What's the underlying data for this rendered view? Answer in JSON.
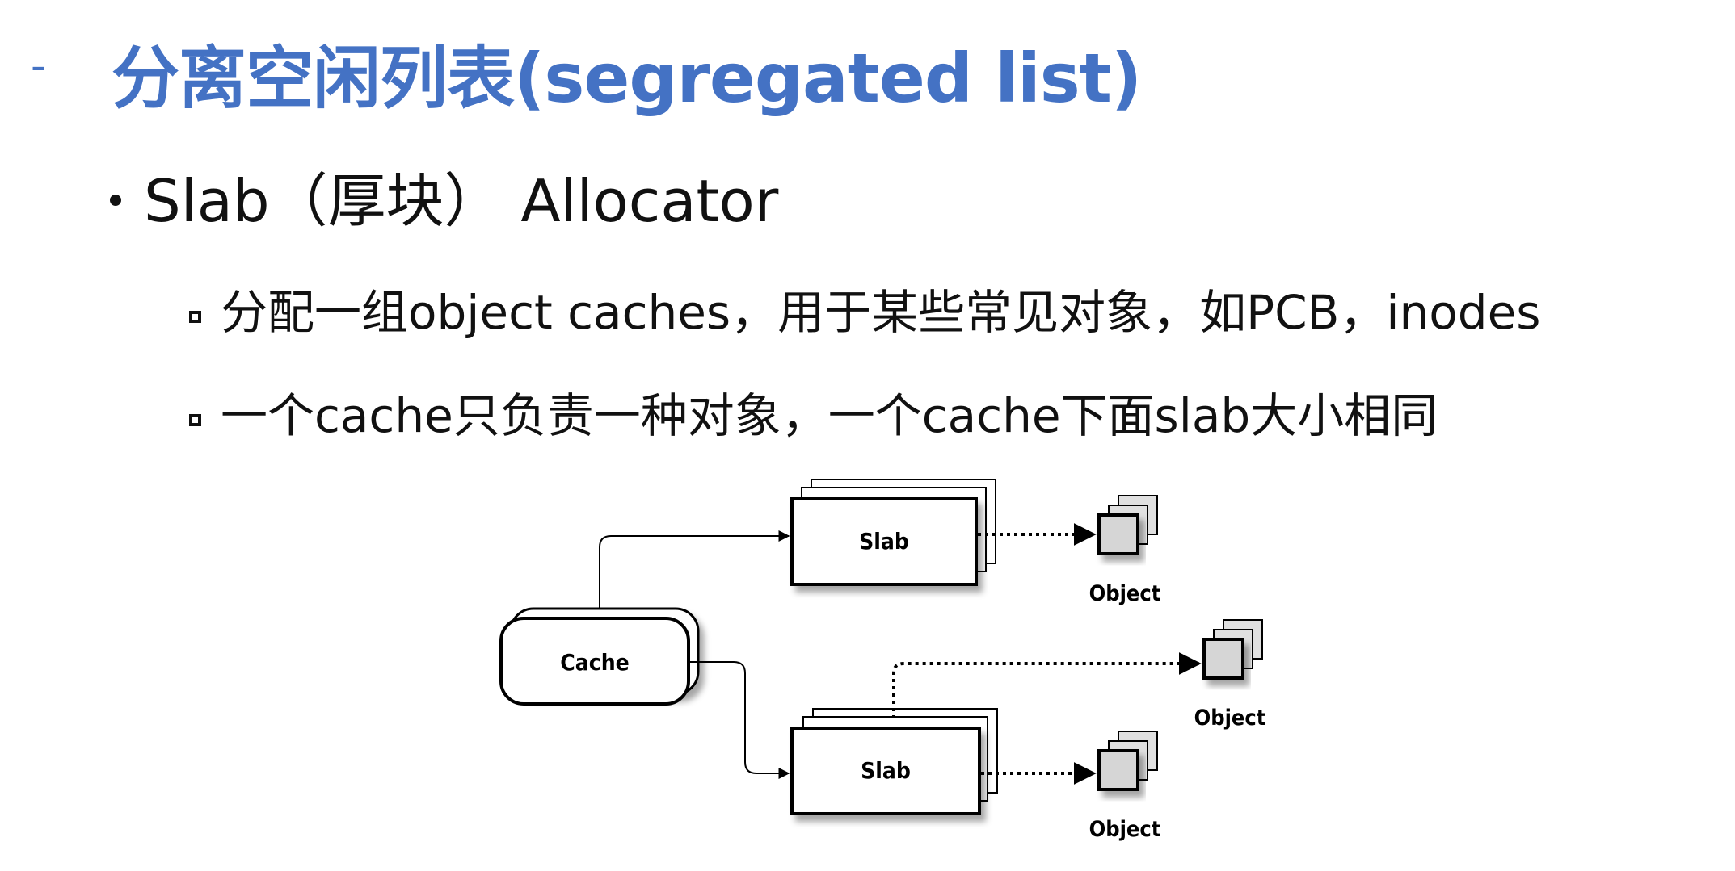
{
  "slide": {
    "dash": "-",
    "title": "分离空闲列表(segregated list)",
    "bullet1": "Slab（厚块） Allocator",
    "bullet2": "分配一组object caches，用于某些常见对象，如PCB，inodes",
    "bullet3": "一个cache只负责一种对象，一个cache下面slab大小相同"
  },
  "diagram": {
    "cache_label": "Cache",
    "slab_top_label": "Slab",
    "slab_bottom_label": "Slab",
    "object_top_label": "Object",
    "object_mid_label": "Object",
    "object_bottom_label": "Object"
  }
}
